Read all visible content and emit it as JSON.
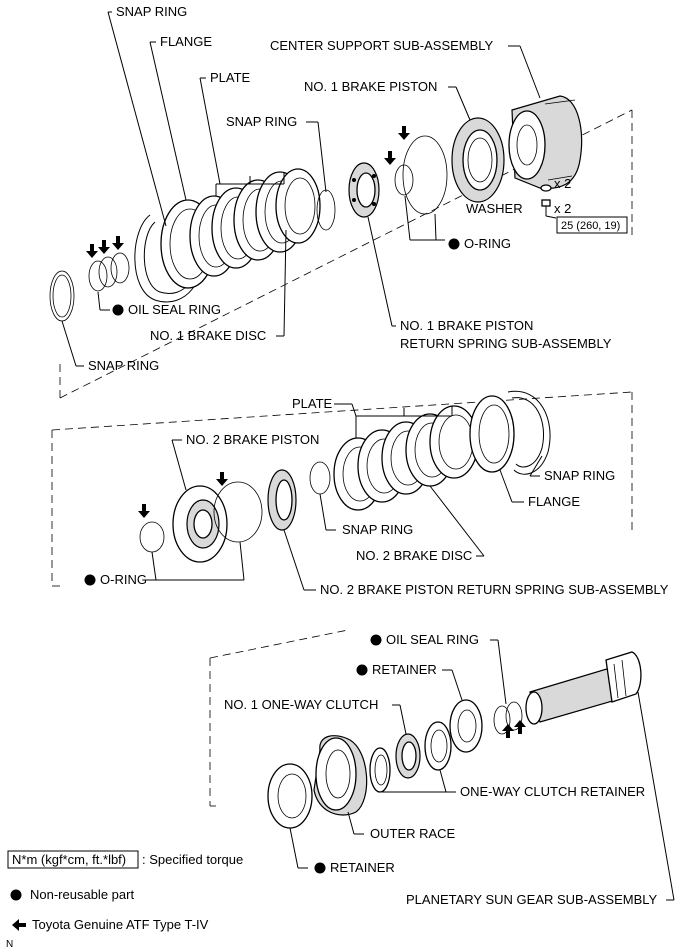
{
  "labels": {
    "snap_ring_1": "SNAP RING",
    "flange_1": "FLANGE",
    "plate_1": "PLATE",
    "center_support": "CENTER SUPPORT SUB-ASSEMBLY",
    "no1_brake_piston": "NO. 1 BRAKE PISTON",
    "snap_ring_2": "SNAP RING",
    "x2_a": "x 2",
    "washer": "WASHER",
    "x2_b": "x 2",
    "torque_value": "25 (260, 19)",
    "o_ring_1": "O-RING",
    "oil_seal_ring_1": "OIL SEAL RING",
    "no1_brake_disc": "NO. 1 BRAKE DISC",
    "no1_return_spring_l1": "NO. 1 BRAKE PISTON",
    "no1_return_spring_l2": "RETURN SPRING SUB-ASSEMBLY",
    "snap_ring_3": "SNAP RING",
    "plate_2": "PLATE",
    "no2_brake_piston": "NO. 2 BRAKE PISTON",
    "snap_ring_4": "SNAP RING",
    "flange_2": "FLANGE",
    "snap_ring_5": "SNAP RING",
    "no2_brake_disc": "NO. 2 BRAKE DISC",
    "o_ring_2": "O-RING",
    "no2_return_spring": "NO. 2 BRAKE PISTON RETURN SPRING SUB-ASSEMBLY",
    "oil_seal_ring_2": "OIL SEAL RING",
    "retainer_1": "RETAINER",
    "no1_one_way_clutch": "NO. 1 ONE-WAY CLUTCH",
    "one_way_clutch_retainer": "ONE-WAY CLUTCH RETAINER",
    "outer_race": "OUTER RACE",
    "retainer_2": "RETAINER",
    "planetary_sun_gear": "PLANETARY SUN GEAR SUB-ASSEMBLY"
  },
  "legend": {
    "torque_unit": "N*m (kgf*cm, ft.*lbf)",
    "torque_desc": ": Specified torque",
    "non_reusable": "Non-reusable part",
    "atf": "Toyota Genuine ATF Type T-IV"
  },
  "footer_code": "N"
}
